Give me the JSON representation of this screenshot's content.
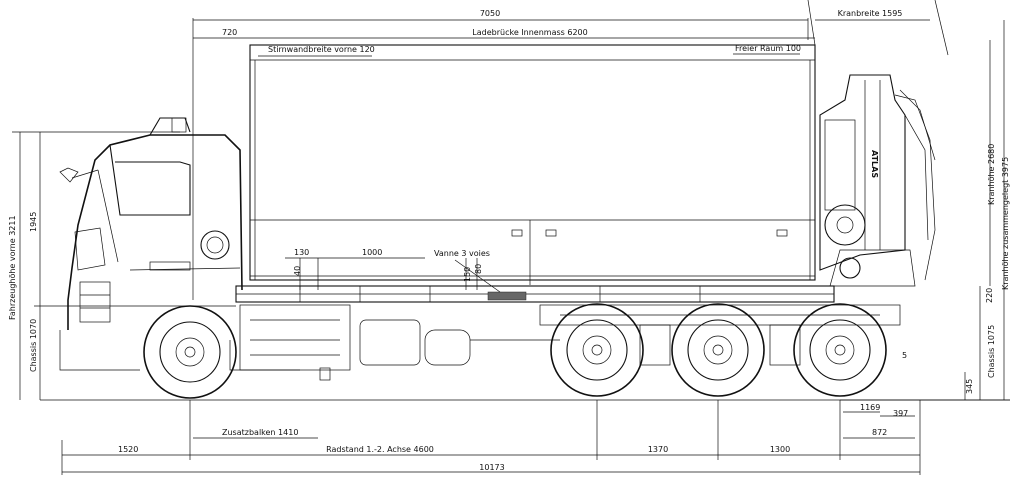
{
  "dimensions": {
    "overall_length_upper": "7050",
    "offset_720": "720",
    "cargo_inner_length": "Ladebrücke Innenmass 6200",
    "front_wall_width": "Stirnwandbreite vorne 120",
    "free_space": "Freier Raum 100",
    "crane_width": "Kranbreite 1595",
    "d130": "130",
    "d1000": "1000",
    "d40": "40",
    "d150": "150",
    "d80": "80",
    "valve": "Vanne 3 voies",
    "vehicle_height_front": "Fahrzeughöhe vorne 3211",
    "h1945": "1945",
    "chassis_left": "Chassis 1070",
    "crane_height": "Kranhöhe 2680",
    "crane_height_folded": "Kranhöhe zusammengelegt 3975",
    "d220": "220",
    "chassis_right": "Chassis 1075",
    "d345": "345",
    "d5": "5",
    "d1169": "1169",
    "d397": "397",
    "d872": "872",
    "aux_beam": "Zusatzbalken 1410",
    "front_overhang": "1520",
    "wheelbase": "Radstand 1.-2. Achse 4600",
    "axle_2_3": "1370",
    "axle_3_4": "1300",
    "overall_length": "10173"
  },
  "crane_brand": "ATLAS"
}
